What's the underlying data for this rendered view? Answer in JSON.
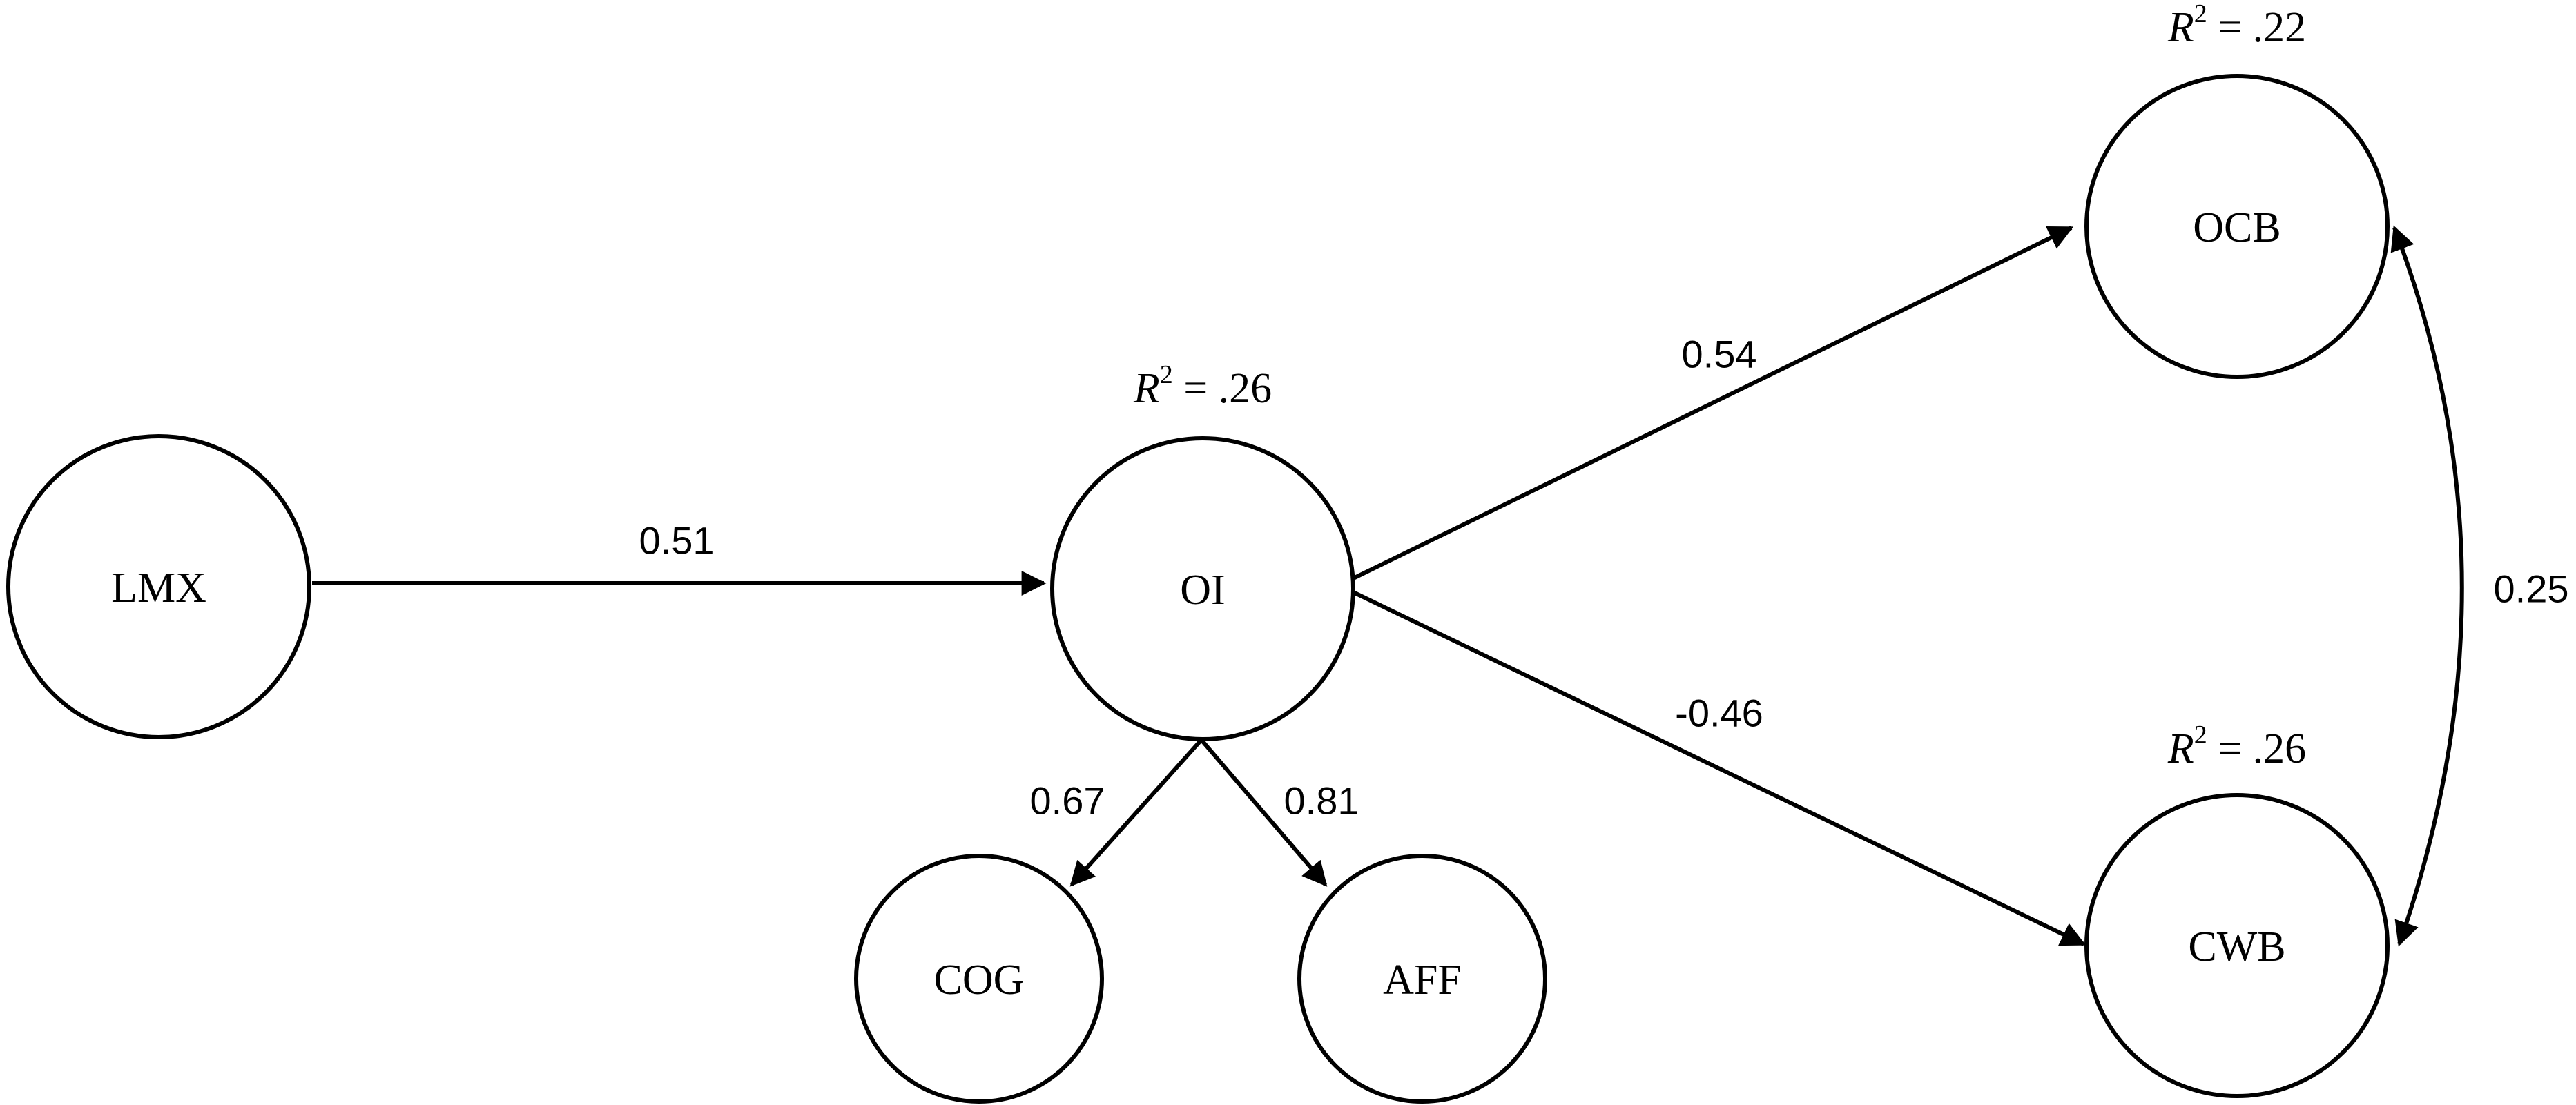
{
  "diagram": {
    "nodes": {
      "lmx": {
        "label": "LMX"
      },
      "oi": {
        "label": "OI"
      },
      "cog": {
        "label": "COG"
      },
      "aff": {
        "label": "AFF"
      },
      "ocb": {
        "label": "OCB"
      },
      "cwb": {
        "label": "CWB"
      }
    },
    "edges": {
      "lmx_oi": {
        "coefficient": "0.51"
      },
      "oi_ocb": {
        "coefficient": "0.54"
      },
      "oi_cwb": {
        "coefficient": "-0.46"
      },
      "oi_cog": {
        "coefficient": "0.67"
      },
      "oi_aff": {
        "coefficient": "0.81"
      },
      "ocb_cwb": {
        "coefficient": "0.25"
      }
    },
    "r_squared": {
      "symbol": "R",
      "exponent": "2",
      "oi": {
        "value": " = .26"
      },
      "ocb": {
        "value": " = .22"
      },
      "cwb": {
        "value": " = .26"
      }
    }
  }
}
